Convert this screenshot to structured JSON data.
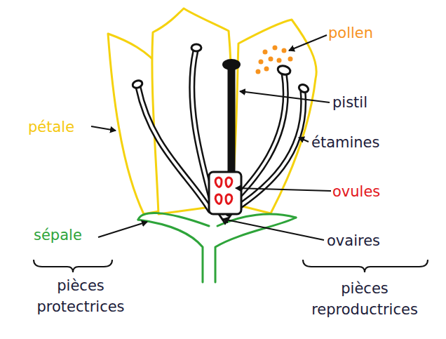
{
  "diagram": {
    "labels": [
      "pollen",
      "pistil",
      "pétale",
      "étamines",
      "ovules",
      "sépale",
      "ovaires",
      "pièces protectrices",
      "pièces reproductrices"
    ]
  }
}
